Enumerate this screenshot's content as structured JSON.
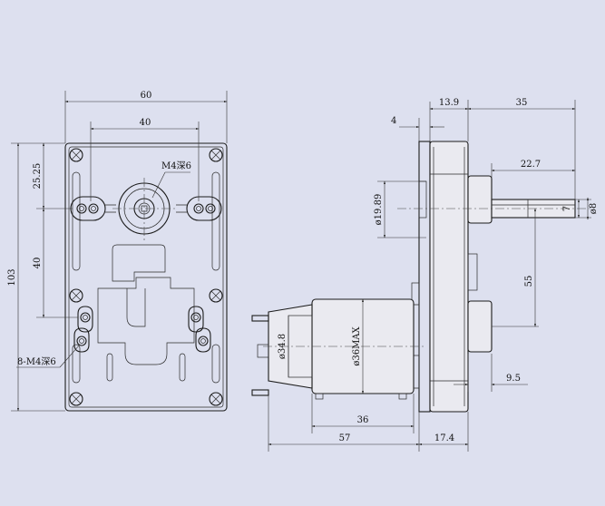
{
  "front_view": {
    "width_60": "60",
    "width_40": "40",
    "height_103": "103",
    "height_25_25": "25.25",
    "height_40": "40",
    "center_hole_note": "M4深6",
    "holes_note": "8-M4深6"
  },
  "side_view": {
    "d_4": "4",
    "d_13_9": "13.9",
    "d_35": "35",
    "d_22_7": "22.7",
    "d_19_89": "ø19.89",
    "d_7": "7",
    "d_8": "ø8",
    "d_55": "55",
    "d_9_5": "9.5",
    "d_34_8": "ø34.8",
    "d_36max": "ø36MAX",
    "d_36": "36",
    "d_57": "57",
    "d_17_4": "17.4"
  }
}
